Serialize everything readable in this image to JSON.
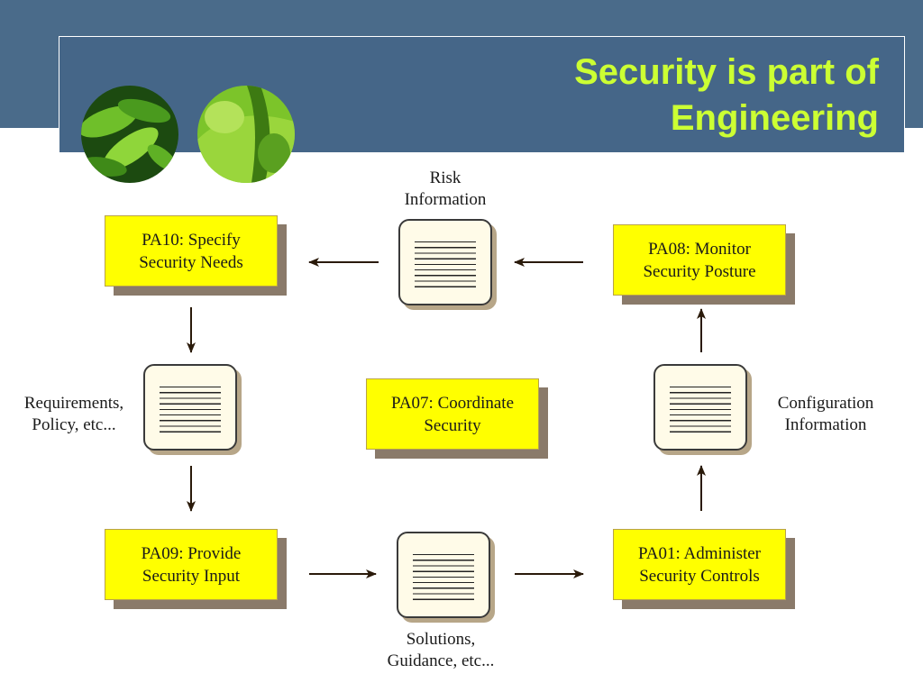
{
  "slide": {
    "title_line1": "Security is part of",
    "title_line2": "Engineering",
    "title_color": "#ccff33",
    "header_color": "#456688"
  },
  "diagram": {
    "pa10": {
      "line1": "PA10: Specify",
      "line2": "Security Needs"
    },
    "pa08": {
      "line1": "PA08: Monitor",
      "line2": "Security Posture"
    },
    "pa07": {
      "line1": "PA07: Coordinate",
      "line2": "Security"
    },
    "pa09": {
      "line1": "PA09: Provide",
      "line2": "Security Input"
    },
    "pa01": {
      "line1": "PA01: Administer",
      "line2": "Security Controls"
    },
    "risk": {
      "line1": "Risk",
      "line2": "Information"
    },
    "requirements": {
      "line1": "Requirements,",
      "line2": "Policy, etc..."
    },
    "configuration": {
      "line1": "Configuration",
      "line2": "Information"
    },
    "solutions": {
      "line1": "Solutions,",
      "line2": "Guidance, etc..."
    },
    "box_color": "#ffff00"
  }
}
